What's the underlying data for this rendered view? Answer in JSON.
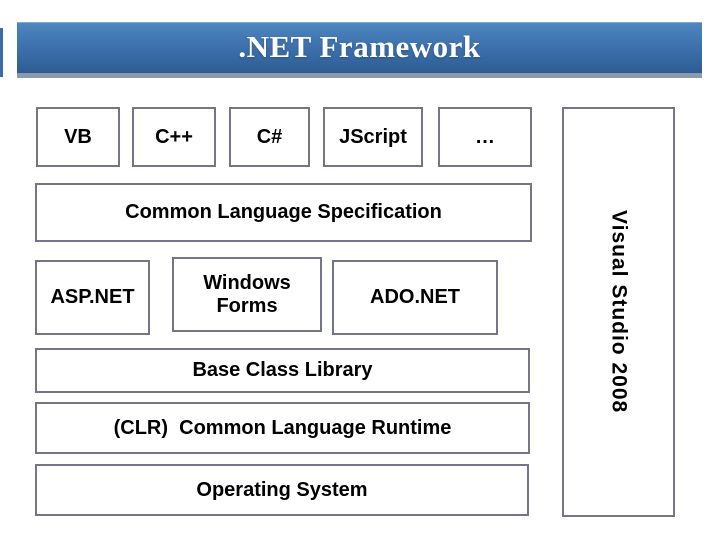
{
  "title": ".NET Framework",
  "diagram": {
    "languages": [
      "VB",
      "C++",
      "C#",
      "JScript",
      "…"
    ],
    "cls_label": "Common Language Specification",
    "middleware": [
      "ASP.NET",
      "Windows Forms",
      "ADO.NET"
    ],
    "bcl_label": "Base Class Library",
    "clr_label": "(CLR)  Common Language Runtime",
    "os_label": "Operating System",
    "ide_label": "Visual Studio 2008"
  },
  "colors": {
    "banner_gradient_top": "#4a82bc",
    "banner_gradient_bottom": "#2d5c93",
    "banner_shadow_strip": "#8c99aa",
    "box_border": "#75758a",
    "box_background": "#ffffff",
    "box_text": "#000000",
    "title_text": "#ffffff"
  }
}
